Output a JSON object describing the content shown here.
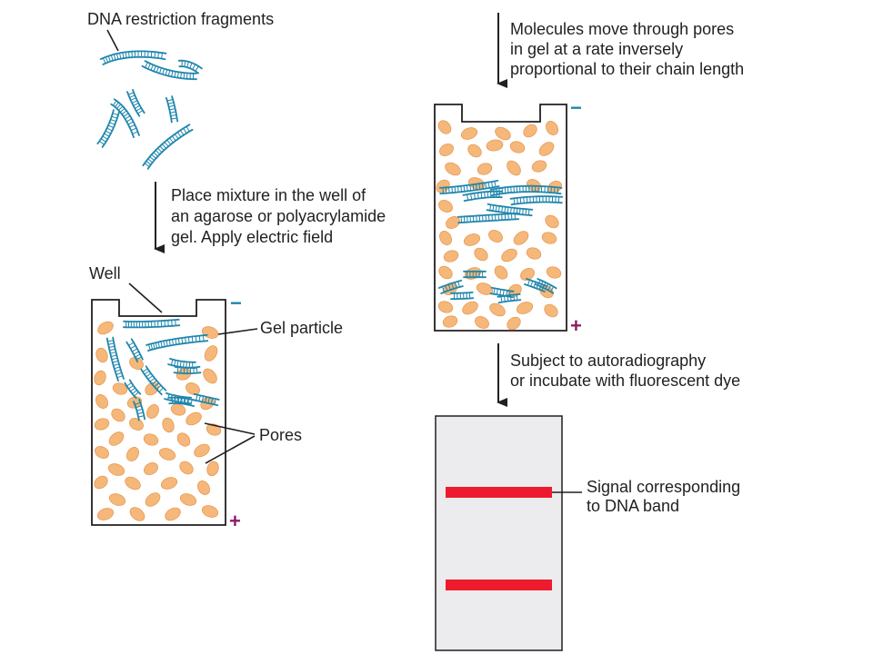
{
  "labels": {
    "fragments": "DNA restriction fragments",
    "step1": [
      "Place mixture in the well of",
      "an agarose or polyacrylamide",
      "gel.  Apply electric field"
    ],
    "well": "Well",
    "gel_particle": "Gel particle",
    "pores": "Pores",
    "step2": [
      "Molecules move through pores",
      "in gel at a rate inversely",
      "proportional to their chain length"
    ],
    "step3": [
      "Subject to autoradiography",
      "or incubate with fluorescent dye"
    ],
    "signal": [
      "Signal corresponding",
      "to DNA band"
    ]
  },
  "signs": {
    "negative": "−",
    "positive": "+"
  },
  "colors": {
    "dna": "#1f86ad",
    "gel_particle": "#f5b87a",
    "gel_particle_edge": "#e79a55",
    "band": "#ee1b2e",
    "gel_background": "#ececee",
    "negative_sign": "#1f86ad",
    "positive_sign": "#8e1c63"
  }
}
